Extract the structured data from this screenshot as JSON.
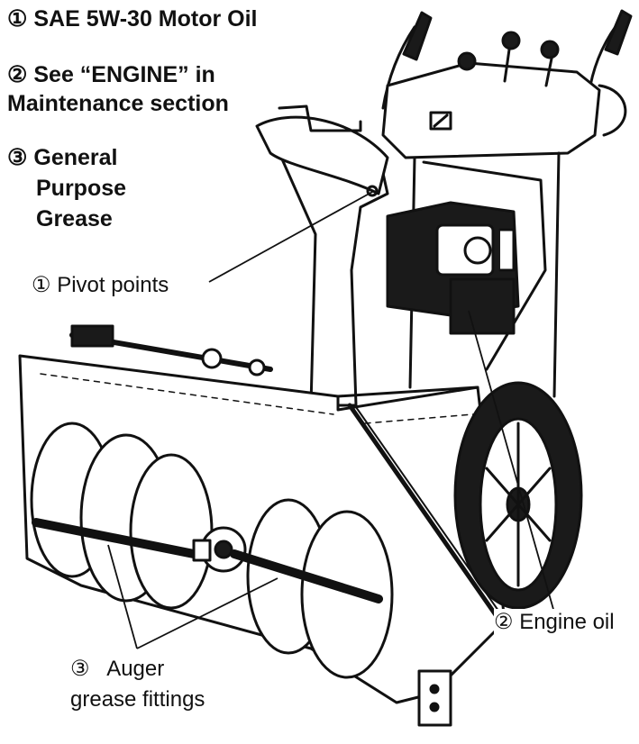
{
  "legend": {
    "item1": {
      "marker": "①",
      "text": "SAE 5W-30 Motor Oil"
    },
    "item2": {
      "marker": "②",
      "line1": "See “ENGINE” in",
      "line2": "Maintenance section"
    },
    "item3": {
      "marker": "③",
      "line1": "General",
      "line2": "Purpose",
      "line3": "Grease"
    }
  },
  "callouts": {
    "pivot": {
      "marker": "①",
      "text": "Pivot points"
    },
    "engine_oil": {
      "marker": "②",
      "text": "Engine oil"
    },
    "auger": {
      "marker": "③",
      "line1": "Auger",
      "line2": "grease fittings"
    }
  },
  "colors": {
    "ink": "#111111",
    "paper": "#ffffff",
    "shade": "#1a1a1a"
  }
}
